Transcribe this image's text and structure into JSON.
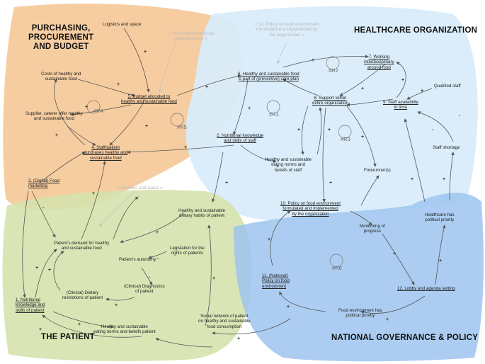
{
  "regions": {
    "purchasing": {
      "title": "PURCHASING,\nPROCUREMENT\nAND BUDGET",
      "color": "#f5c48f"
    },
    "healthcare": {
      "title": "HEALTHCARE ORGANIZATION",
      "color": "#d9ecfa"
    },
    "patient": {
      "title": "THE PATIENT",
      "color": "#d6e2ad"
    },
    "governance": {
      "title": "NATIONAL GOVERNANCE & POLICY",
      "color": "#9dc4ee"
    }
  },
  "nodes": {
    "logistics_space_top": "Logistics and space",
    "food_env_priority_ghost": "« Food environment has\npolitical priority »",
    "policy_10_ghost": "« 10. Policy on food environment\nformulated and implemented by\nthe organization »",
    "costs": "Costs of healthy and\nsustainable food",
    "supplier": "Supplier, caterer offer healthy\nand sustainable food",
    "budget_5": "5. Budget allocated to\nhealthy and sustainable food",
    "staff_purchases_4": "4. Staff/patient\npurchases healthy and\nsustainable food",
    "digital_marketing_3": "3. (Digital) Food\nmarketing",
    "logistics_space_ghost": "« Logistics and space »",
    "care_plan_6": "6. Healthy and sustainable food\nis part of (preventive) care plan",
    "working_7": "7. Working\ninterdisciplinary\naround food",
    "support_8": "8. Support within\nentire organization",
    "staff_availability_9": "9. Staff availability\nin time",
    "qualified_staff": "Qualified staff",
    "staff_shortage": "Staff shortage",
    "nutritional_staff_2": "2. Nutritional knowledge\nand skills of staff",
    "eating_norms_staff": "Healthy and sustainable\neating norms and\nbeliefs of staff",
    "forerunners": "Forerunner(s)",
    "policy_10": "10. Policy on food environment\nformulated and implemented\nby the organization",
    "monitoring": "Monitoring of\nprogress",
    "healthcare_priority": "Healthcare has\npolitical priority",
    "national_policy_11": "11. (National)\nPolicy on food\nenvironment",
    "lobby_12": "12. Lobby and agenda setting",
    "food_env_priority": "Food environment has\npolitical priority",
    "dietary_habits": "Healthy and sustainable\ndietary habits of patient",
    "patient_demand": "Patient's demand for healthy\nand sustainable food",
    "legislation": "Legislation for the\nrights of patients",
    "autonomy": "Patient's autonomy",
    "diagnostics": "(Clinical) Diagnostics\nof patient",
    "dietary_restrictions": "(Clinical) Dietary\nrestrictions of patient",
    "nutritional_patient_1": "1. Nutritional\nknowledge and\nskills of patient",
    "eating_norms_patient": "Healthy and sustainable\neating norms and beliefs patient",
    "social_network": "Social network of patient\non healthy and sustainable\nfood consumption"
  },
  "loops": {
    "r1": "#R1",
    "r2": "#R2",
    "r3": "#R3",
    "r4": "#R4",
    "r5": "#R5",
    "r6": "#R6"
  },
  "signs": {
    "plus": "+",
    "minus": "-"
  },
  "colors": {
    "line": "#555555",
    "ghost": "#c4c4c4"
  }
}
